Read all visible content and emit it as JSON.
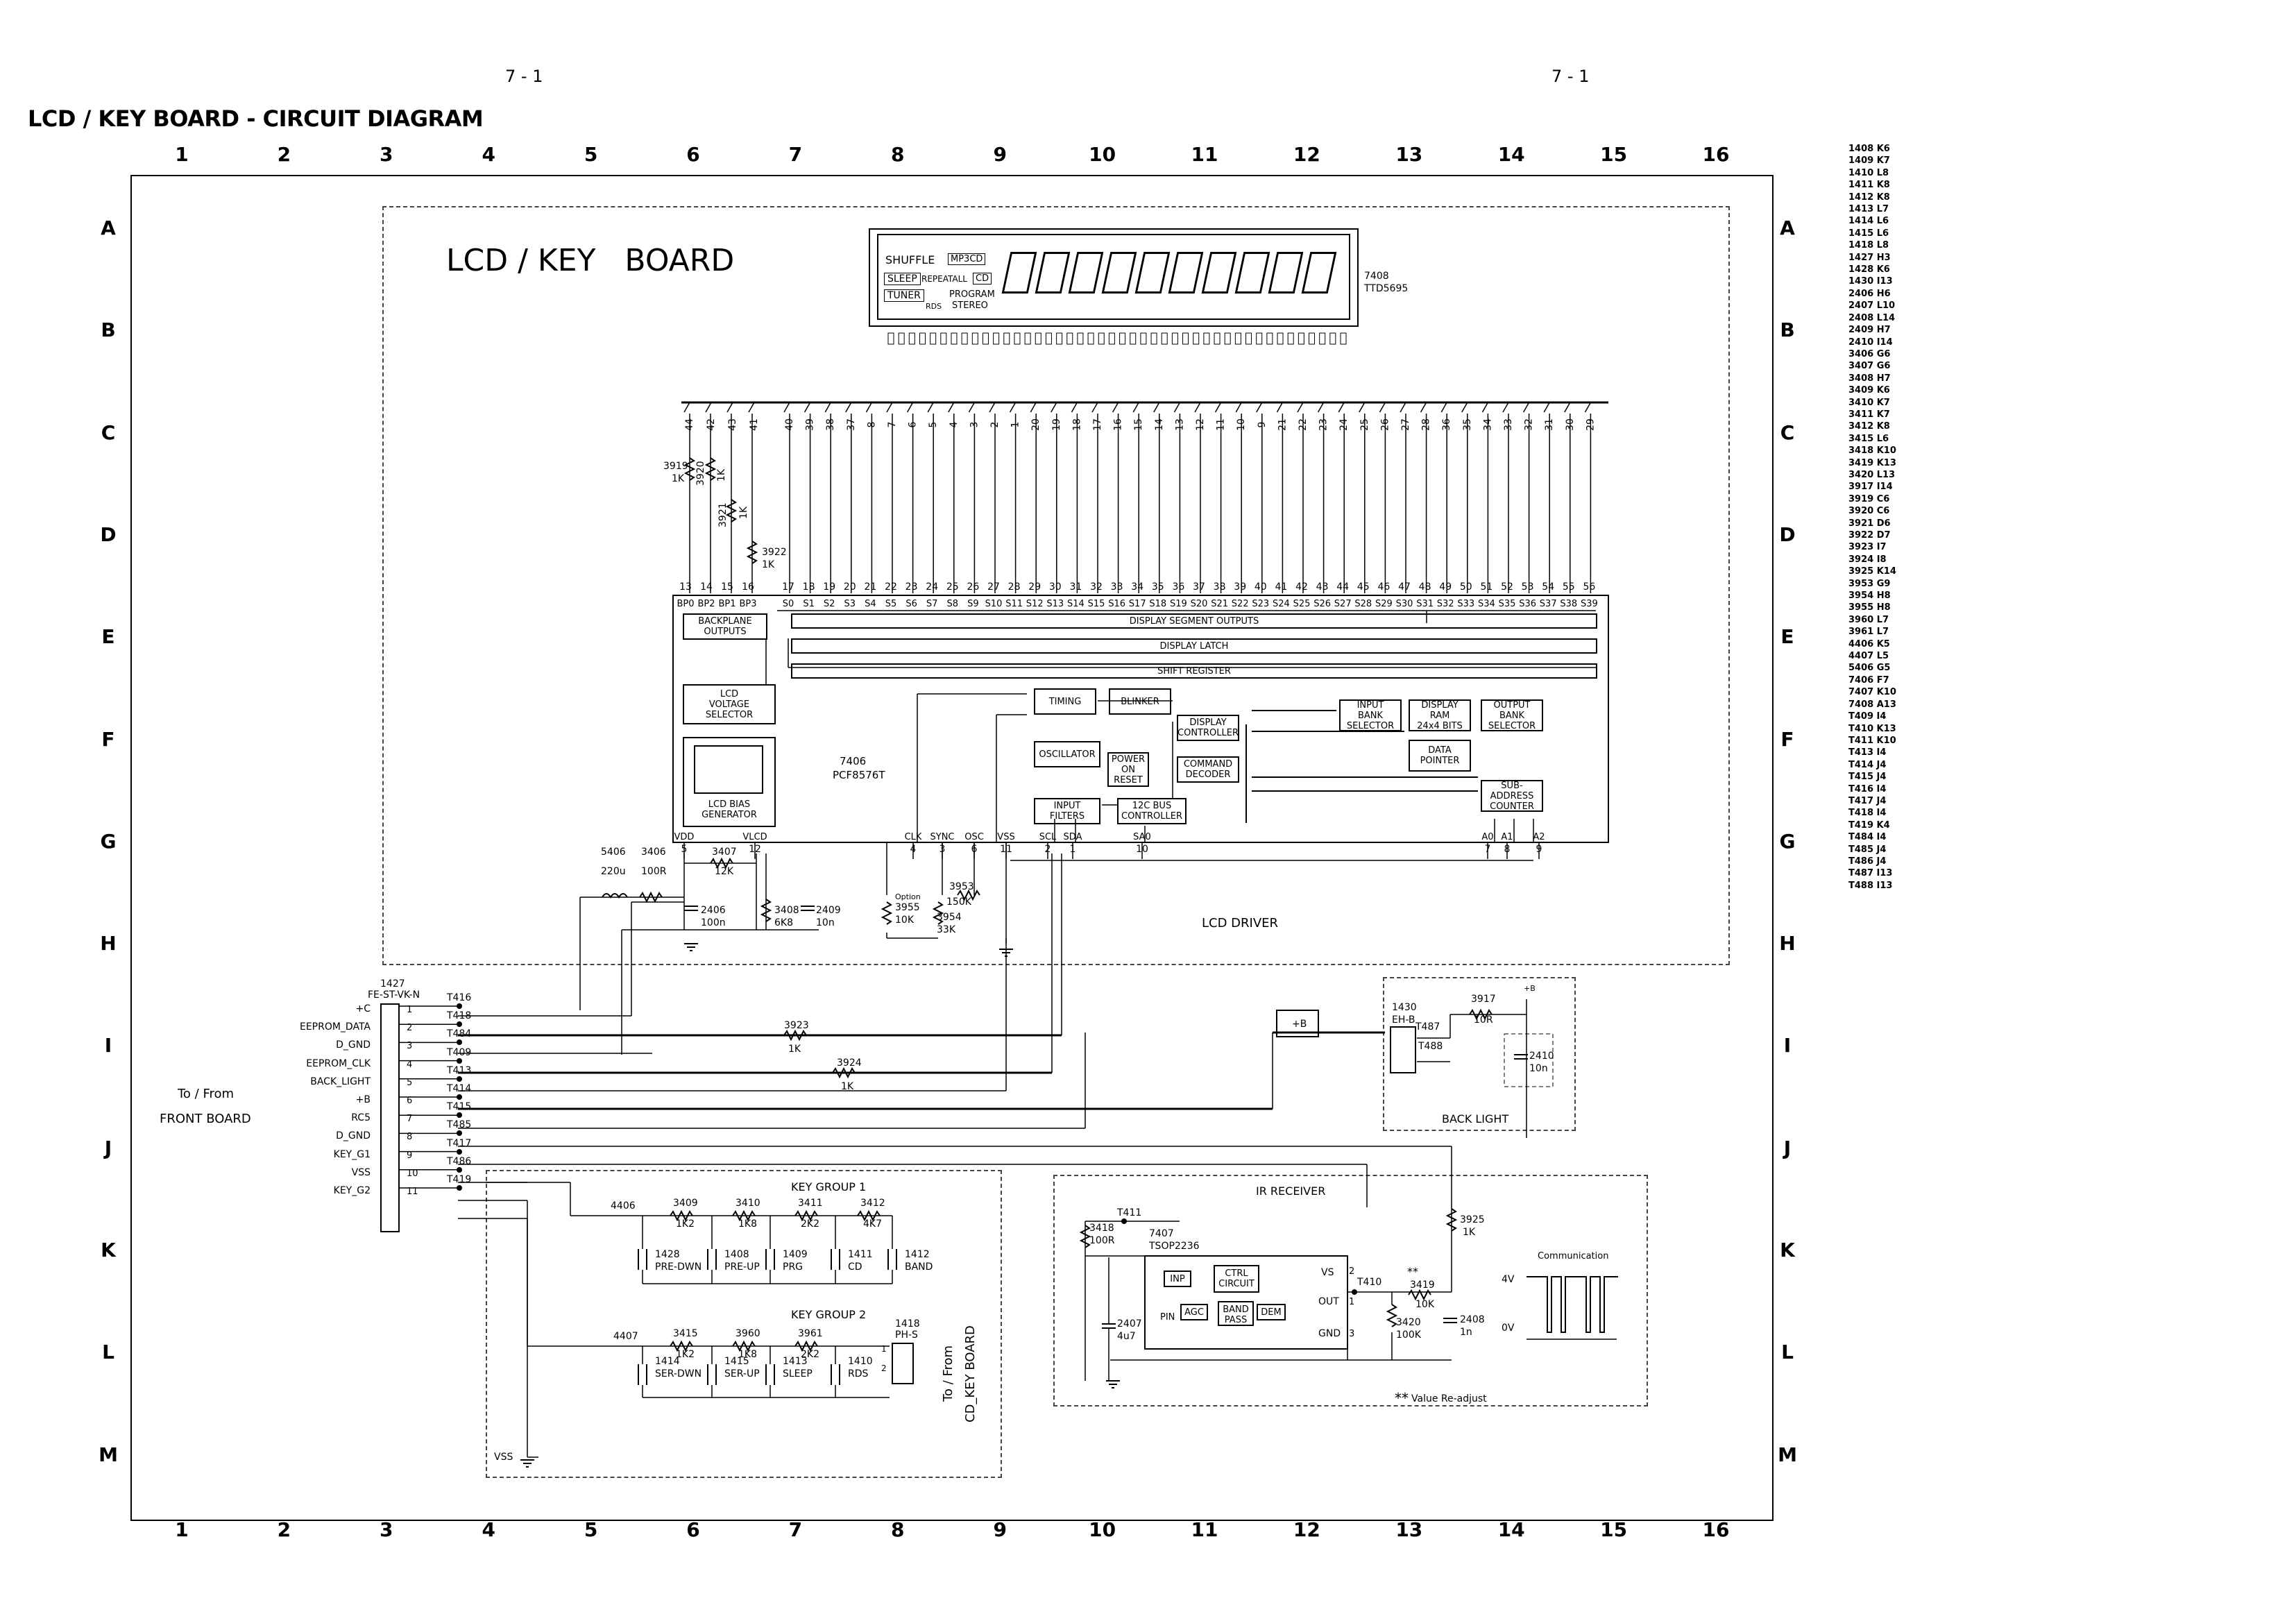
{
  "page": {
    "page_number_left": "7 - 1",
    "page_number_right": "7 - 1",
    "title": "LCD / KEY BOARD - CIRCUIT DIAGRAM"
  },
  "grid": {
    "columns": [
      "1",
      "2",
      "3",
      "4",
      "5",
      "6",
      "7",
      "8",
      "9",
      "10",
      "11",
      "12",
      "13",
      "14",
      "15",
      "16"
    ],
    "rows": [
      "A",
      "B",
      "C",
      "D",
      "E",
      "F",
      "G",
      "H",
      "I",
      "J",
      "K",
      "L",
      "M"
    ]
  },
  "board": {
    "title": "LCD / KEY   BOARD",
    "driver_label": "LCD DRIVER"
  },
  "display": {
    "ref": "7408",
    "part": "TTD5695",
    "shuffle": "SHUFFLE",
    "mp3cd": "MP3CD",
    "sleep": "SLEEP",
    "repeatall": "REPEATALL",
    "cd": "CD",
    "tuner": "TUNER",
    "program": "PROGRAM",
    "stereo": "STEREO",
    "rds": "RDS"
  },
  "driver_ic": {
    "ref": "7406",
    "part": "PCF8576T",
    "blocks": {
      "backplane": "BACKPLANE\nOUTPUTS",
      "segment_outputs": "DISPLAY SEGMENT OUTPUTS",
      "display_latch": "DISPLAY LATCH",
      "shift_register": "SHIFT REGISTER",
      "lcd_voltage": "LCD\nVOLTAGE\nSELECTOR",
      "lcd_bias": "LCD BIAS\nGENERATOR",
      "timing": "TIMING",
      "blinker": "BLINKER",
      "display_controller": "DISPLAY\nCONTROLLER",
      "oscillator": "OSCILLATOR",
      "power_on_reset": "POWER\nON\nRESET",
      "command_decoder": "COMMAND\nDECODER",
      "input_filters": "INPUT\nFILTERS",
      "i2c_controller": "12C BUS\nCONTROLLER",
      "input_bank": "INPUT\nBANK\nSELECTOR",
      "display_ram": "DISPLAY\nRAM\n24x4 BITS",
      "output_bank": "OUTPUT\nBANK\nSELECTOR",
      "data_pointer": "DATA\nPOINTER",
      "sub_address": "SUB-\nADDRESS\nCOUNTER"
    },
    "pins_bottom": [
      "VDD",
      "VLCD",
      "CLK",
      "SYNC",
      "OSC",
      "VSS",
      "SCL",
      "SDA",
      "SA0",
      "A0",
      "A1",
      "A2"
    ],
    "pin_numbers_bottom": [
      "5",
      "12",
      "4",
      "3",
      "6",
      "11",
      "2",
      "1",
      "10",
      "7",
      "8",
      "9"
    ],
    "backplane_pins": [
      "BP0",
      "BP2",
      "BP1",
      "BP3"
    ],
    "backplane_pin_numbers": [
      "13",
      "14",
      "15",
      "16"
    ]
  },
  "top_connector_labels": [
    "44",
    "42",
    "43",
    "41",
    "40",
    "39",
    "38",
    "37",
    "8",
    "7",
    "6",
    "5",
    "4",
    "3",
    "2",
    "1",
    "20",
    "19",
    "18",
    "17",
    "16",
    "15",
    "14",
    "13",
    "12",
    "11",
    "10",
    "9",
    "21",
    "22",
    "23",
    "24",
    "25",
    "26",
    "27",
    "28",
    "36",
    "35",
    "34",
    "33",
    "32",
    "31",
    "30",
    "29"
  ],
  "resistors_top": [
    {
      "ref": "3919",
      "val": "1K"
    },
    {
      "ref": "3920",
      "val": "1K"
    },
    {
      "ref": "3921",
      "val": "1K"
    },
    {
      "ref": "3922",
      "val": "1K"
    }
  ],
  "power_parts": [
    {
      "ref": "5406",
      "val": "220u"
    },
    {
      "ref": "3406",
      "val": "100R"
    },
    {
      "ref": "3407",
      "val": "12K"
    },
    {
      "ref": "2406",
      "val": "100n"
    },
    {
      "ref": "3408",
      "val": "6K8"
    },
    {
      "ref": "2409",
      "val": "10n"
    },
    {
      "ref": "3953",
      "val": "150K"
    },
    {
      "ref": "3955",
      "val": "10K"
    },
    {
      "ref": "3954",
      "val": "33K"
    },
    {
      "ref": "Option",
      "val": ""
    }
  ],
  "connector": {
    "ref": "1427",
    "part": "FE-ST-VK-N",
    "signals": [
      "+C",
      "EEPROM_DATA",
      "D_GND",
      "EEPROM_CLK",
      "BACK_LIGHT",
      "+B",
      "RC5",
      "D_GND",
      "KEY_G1",
      "VSS",
      "KEY_G2"
    ],
    "pins": [
      "1",
      "2",
      "3",
      "4",
      "5",
      "6",
      "7",
      "8",
      "9",
      "10",
      "11"
    ],
    "tests": [
      "T416",
      "T418",
      "T484",
      "T409",
      "T413",
      "T414",
      "T415",
      "T485",
      "T417",
      "T486",
      "T419"
    ],
    "to_from_1": "To / From",
    "to_from_2": "FRONT BOARD"
  },
  "mid_resistors": [
    {
      "ref": "3923",
      "val": "1K"
    },
    {
      "ref": "3924",
      "val": "1K"
    }
  ],
  "key_group_1": {
    "title": "KEY GROUP 1",
    "net": "4406",
    "resistors": [
      {
        "ref": "3409",
        "val": "1K2"
      },
      {
        "ref": "3410",
        "val": "1K8"
      },
      {
        "ref": "3411",
        "val": "2K2"
      },
      {
        "ref": "3412",
        "val": "4K7"
      }
    ],
    "keys": [
      {
        "ref": "1428",
        "name": "PRE-DWN"
      },
      {
        "ref": "1408",
        "name": "PRE-UP"
      },
      {
        "ref": "1409",
        "name": "PRG"
      },
      {
        "ref": "1411",
        "name": "CD"
      },
      {
        "ref": "1412",
        "name": "BAND"
      }
    ]
  },
  "key_group_2": {
    "title": "KEY GROUP 2",
    "net": "4407",
    "resistors": [
      {
        "ref": "3415",
        "val": "1K2"
      },
      {
        "ref": "3960",
        "val": "1K8"
      },
      {
        "ref": "3961",
        "val": "2K2"
      }
    ],
    "keys": [
      {
        "ref": "1414",
        "name": "SER-DWN"
      },
      {
        "ref": "1415",
        "name": "SER-UP"
      },
      {
        "ref": "1413",
        "name": "SLEEP"
      },
      {
        "ref": "1410",
        "name": "RDS"
      }
    ],
    "conn_ref": "1418",
    "conn_part": "PH-S",
    "to_from": "To / From",
    "cd_key": "CD_KEY  BOARD",
    "vss": "VSS"
  },
  "backlight": {
    "title": "BACK LIGHT",
    "ref": "1430",
    "part": "EH-B",
    "res_ref": "3917",
    "res_val": "10R",
    "t1": "T487",
    "t2": "T488",
    "cap_ref": "2410",
    "cap_val": "10n",
    "plusb": "+B"
  },
  "ir_receiver": {
    "title": "IR RECEIVER",
    "ic_ref": "7407",
    "ic_part": "TSOP2236",
    "inp": "INP",
    "ctrl": "CTRL\nCIRCUIT",
    "agc": "AGC",
    "band": "BAND\nPASS",
    "dem": "DEM",
    "pin": "PIN",
    "vs": "VS",
    "out": "OUT",
    "gnd": "GND",
    "t411": "T411",
    "t410": "T410",
    "parts": [
      {
        "ref": "3418",
        "val": "100R"
      },
      {
        "ref": "2407",
        "val": "4u7"
      },
      {
        "ref": "3419",
        "val": "10K"
      },
      {
        "ref": "3420",
        "val": "100K"
      },
      {
        "ref": "2408",
        "val": "1n"
      },
      {
        "ref": "3925",
        "val": "1K"
      }
    ],
    "value_readjust": "Value Re-adjust",
    "communication": "Communication",
    "v4": "4V",
    "v0": "0V"
  },
  "plusb_tag": "+B",
  "side_list": [
    "1408 K6",
    "1409 K7",
    "1410 L8",
    "1411 K8",
    "1412 K8",
    "1413 L7",
    "1414 L6",
    "1415 L6",
    "1418 L8",
    "1427 H3",
    "1428 K6",
    "1430 I13",
    "2406 H6",
    "2407 L10",
    "2408 L14",
    "2409 H7",
    "2410 I14",
    "3406 G6",
    "3407 G6",
    "3408 H7",
    "3409 K6",
    "3410 K7",
    "3411 K7",
    "3412 K8",
    "3415 L6",
    "3418 K10",
    "3419 K13",
    "3420 L13",
    "3917 I14",
    "3919 C6",
    "3920 C6",
    "3921 D6",
    "3922 D7",
    "3923 I7",
    "3924 I8",
    "3925 K14",
    "3953 G9",
    "3954 H8",
    "3955 H8",
    "3960 L7",
    "3961 L7",
    "4406 K5",
    "4407 L5",
    "5406 G5",
    "7406 F7",
    "7407 K10",
    "7408 A13",
    "T409 I4",
    "T410 K13",
    "T411 K10",
    "T413 I4",
    "T414 J4",
    "T415 J4",
    "T416 I4",
    "T417 J4",
    "T418 I4",
    "T419 K4",
    "T484 I4",
    "T485 J4",
    "T486 J4",
    "T487 I13",
    "T488 I13"
  ]
}
